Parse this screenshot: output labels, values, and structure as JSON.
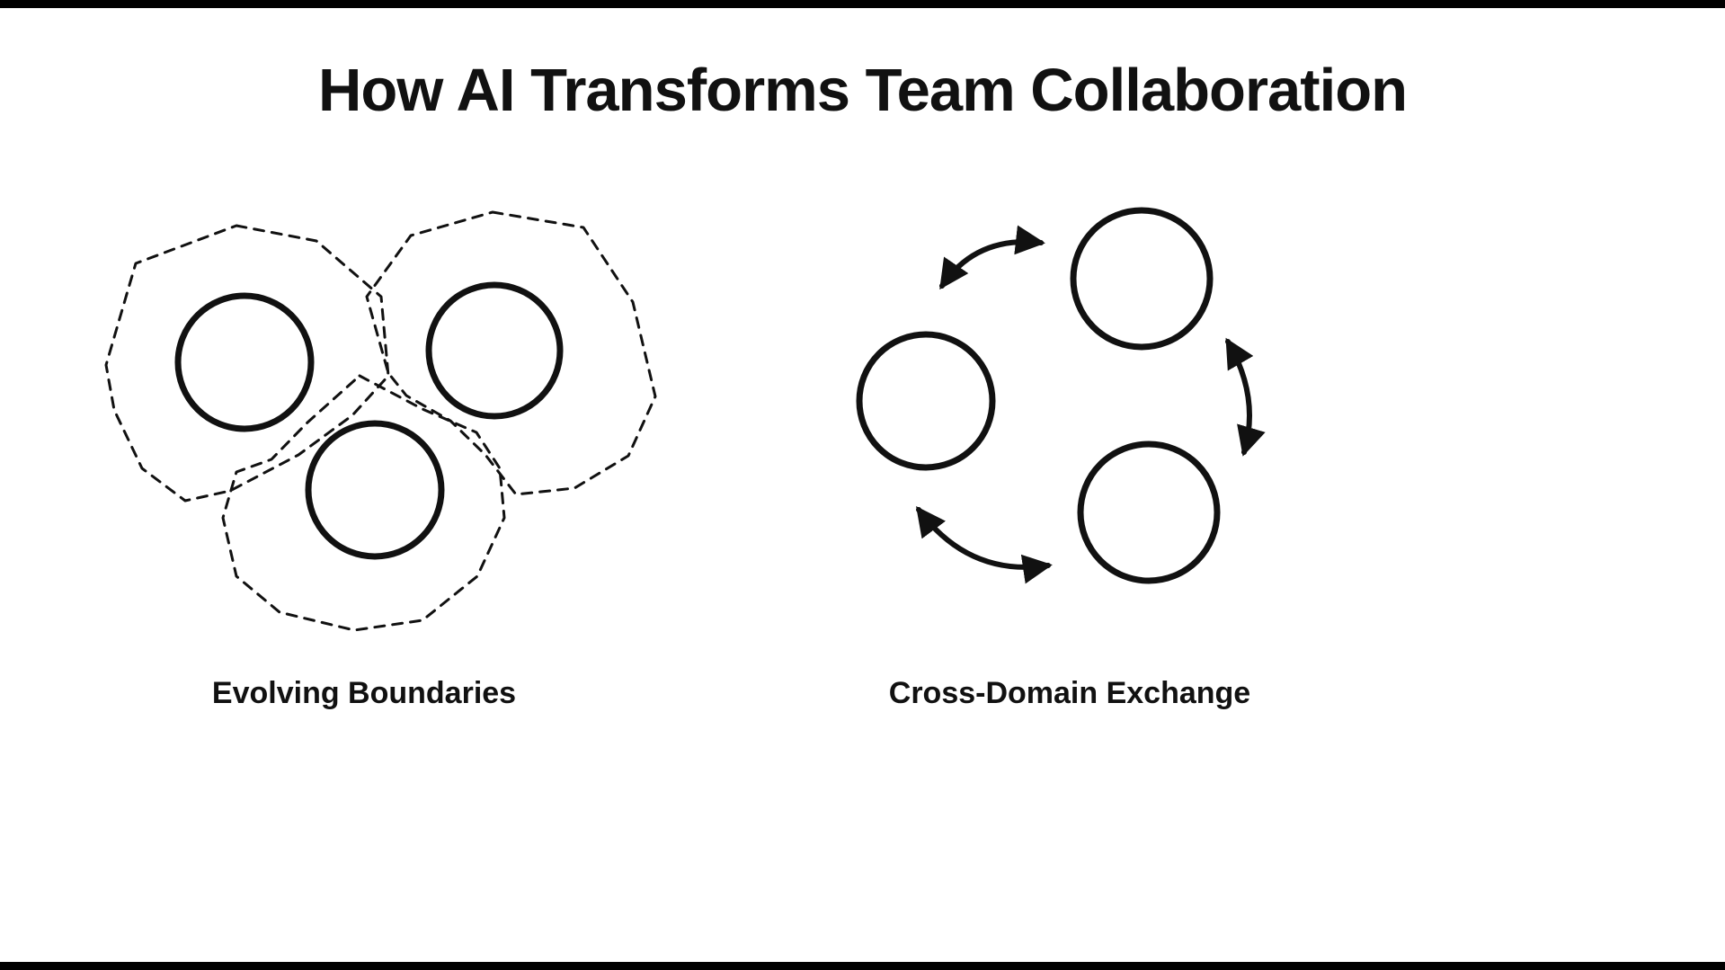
{
  "title": "How AI Transforms Team Collaboration",
  "panels": [
    {
      "id": "evolving-boundaries",
      "label": "Evolving Boundaries",
      "description": "Three solid team circles each enclosed by overlapping dashed irregular boundaries"
    },
    {
      "id": "cross-domain-exchange",
      "label": "Cross-Domain Exchange",
      "description": "Three solid team circles connected by curved double-headed arrows in a cycle"
    }
  ],
  "colors": {
    "ink": "#111111",
    "background": "#ffffff",
    "edge_bars": "#000000"
  },
  "icons": {
    "team_circle": "solid outlined circle representing a team",
    "boundary_blob": "dashed irregular closed boundary",
    "exchange_arrow": "curved double-headed arrow"
  }
}
